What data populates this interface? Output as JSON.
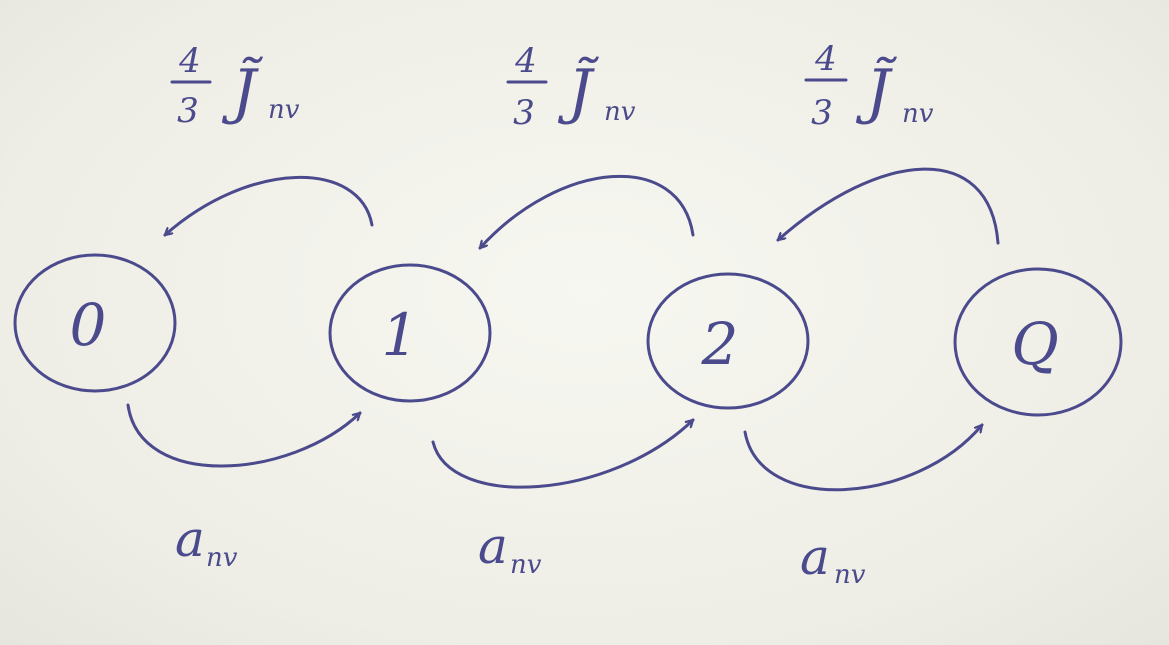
{
  "nodes": [
    {
      "id": "0",
      "label": "0"
    },
    {
      "id": "1",
      "label": "1"
    },
    {
      "id": "2",
      "label": "2"
    },
    {
      "id": "Q",
      "label": "Q"
    }
  ],
  "backward_label": {
    "numerator": "4",
    "denominator": "3",
    "symbol": "J̃",
    "subscript": "nv"
  },
  "forward_label": {
    "symbol": "a",
    "subscript": "nv"
  },
  "ink_color": "#4a4a8c"
}
